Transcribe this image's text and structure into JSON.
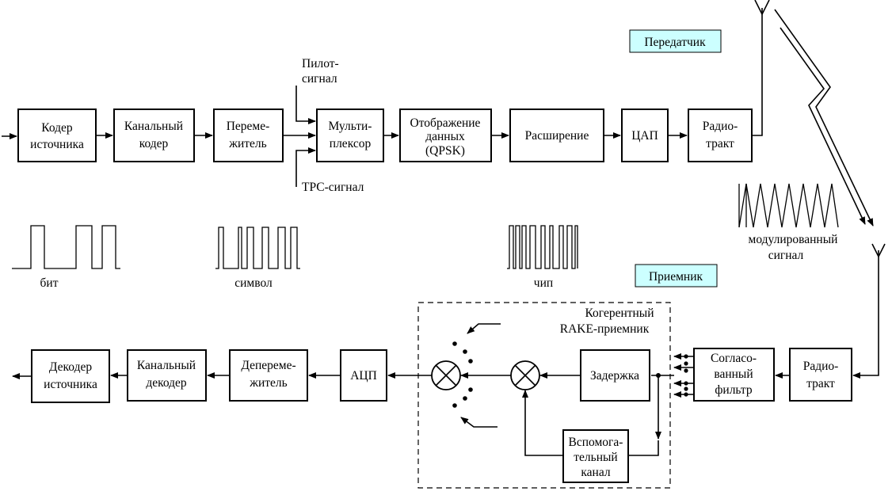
{
  "labels": {
    "transmitter": "Передатчик",
    "receiver": "Приемник",
    "pilot_line1": "Пилот-",
    "pilot_line2": "сигнал",
    "tpc": "ТРС-сигнал",
    "bit": "бит",
    "symbol": "символ",
    "chip": "чип",
    "modulated_line1": "модулированный",
    "modulated_line2": "сигнал",
    "rake_line1": "Когерентный",
    "rake_line2": "RAKE-приемник"
  },
  "tx_blocks": {
    "source_coder": [
      "Кодер",
      "источника"
    ],
    "channel_coder": [
      "Канальный",
      "кодер"
    ],
    "interleaver": [
      "Переме-",
      "житель"
    ],
    "multiplexer": [
      "Мульти-",
      "плексор"
    ],
    "mapping": [
      "Отображение",
      "данных",
      "(QPSK)"
    ],
    "spreading": [
      "Расширение"
    ],
    "dac": [
      "ЦАП"
    ],
    "tx_radio": [
      "Радио-",
      "тракт"
    ]
  },
  "rx_blocks": {
    "rx_radio": [
      "Радио-",
      "тракт"
    ],
    "matched_filter": [
      "Согласо-",
      "ванный",
      "фильтр"
    ],
    "delay": [
      "Задержка"
    ],
    "aux_channel": [
      "Вспомога-",
      "тельный",
      "канал"
    ],
    "adc": [
      "АЦП"
    ],
    "deinterleaver": [
      "Депереме-",
      "житель"
    ],
    "channel_decoder": [
      "Канальный",
      "декодер"
    ],
    "source_decoder": [
      "Декодер",
      "источника"
    ]
  }
}
